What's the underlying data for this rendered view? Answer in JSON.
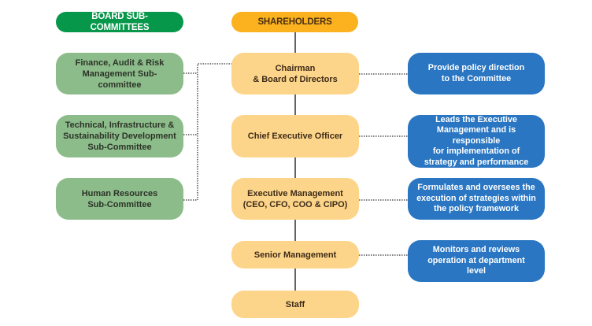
{
  "headers": {
    "board_subcommittees": "BOARD SUB-COMMITTEES",
    "shareholders": "SHAREHOLDERS"
  },
  "subcommittees": [
    {
      "label": "Finance, Audit & Risk\nManagement Sub-committee"
    },
    {
      "label": "Technical, Infrastructure &\nSustainability Development\nSub-Committee"
    },
    {
      "label": "Human Resources\nSub-Committee"
    }
  ],
  "hierarchy": [
    {
      "label": "Chairman\n& Board of Directors"
    },
    {
      "label": "Chief Executive Officer"
    },
    {
      "label": "Executive Management\n(CEO, CFO, COO & CIPO)"
    },
    {
      "label": "Senior Management"
    },
    {
      "label": "Staff"
    }
  ],
  "roles": [
    {
      "label": "Provide policy direction\nto the Committee"
    },
    {
      "label": "Leads the Executive\nManagement and is responsible\nfor implementation of\nstrategy and performance"
    },
    {
      "label": "Formulates and oversees the\nexecution of strategies within\nthe policy framework"
    },
    {
      "label": "Monitors and reviews\noperation at department\nlevel"
    }
  ],
  "colors": {
    "board_header": "#07974b",
    "shareholders_header": "#fbb21e",
    "subcommittee": "#8dbc8b",
    "hierarchy": "#fdd58a",
    "role": "#2a76c2"
  }
}
